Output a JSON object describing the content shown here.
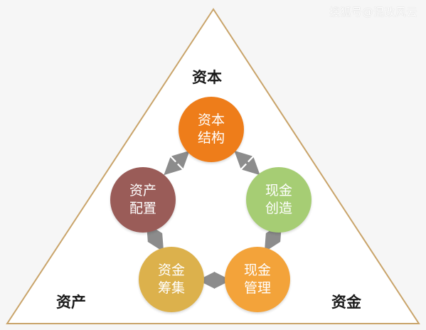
{
  "watermark": "搜狐号@混改风云",
  "corners": {
    "top": "资本",
    "left": "资产",
    "right": "资金"
  },
  "nodes": [
    {
      "id": "capital-structure",
      "line1": "资本",
      "line2": "结构",
      "color": "#ee7d1a"
    },
    {
      "id": "cash-creation",
      "line1": "现金",
      "line2": "创造",
      "color": "#a6cd74"
    },
    {
      "id": "asset-allocation",
      "line1": "资产",
      "line2": "配置",
      "color": "#9a5c58"
    },
    {
      "id": "fund-raising",
      "line1": "资金",
      "line2": "筹集",
      "color": "#dcb14c"
    },
    {
      "id": "cash-management",
      "line1": "现金",
      "line2": "管理",
      "color": "#f3a33a"
    }
  ],
  "colors": {
    "triangle_stroke": "#c9a46a",
    "arrow": "#8c8c8c"
  }
}
